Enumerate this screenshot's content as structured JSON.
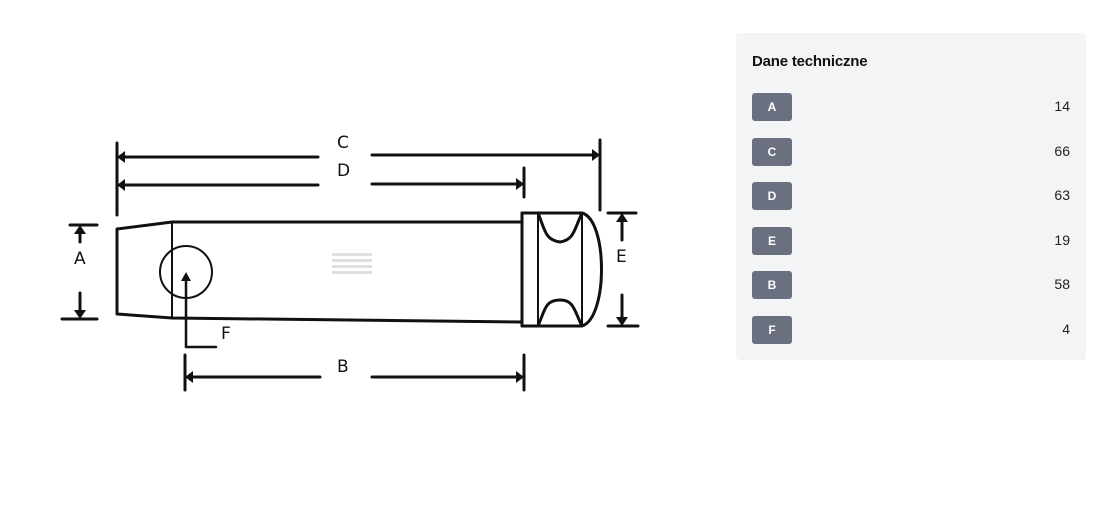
{
  "drawing": {
    "labels": {
      "C": "C",
      "D": "D",
      "A": "A",
      "E": "E",
      "F": "F",
      "B": "B"
    }
  },
  "specs": {
    "title": "Dane techniczne",
    "rows": [
      {
        "label": "A",
        "value": "14"
      },
      {
        "label": "C",
        "value": "66"
      },
      {
        "label": "D",
        "value": "63"
      },
      {
        "label": "E",
        "value": "19"
      },
      {
        "label": "B",
        "value": "58"
      },
      {
        "label": "F",
        "value": "4"
      }
    ]
  }
}
